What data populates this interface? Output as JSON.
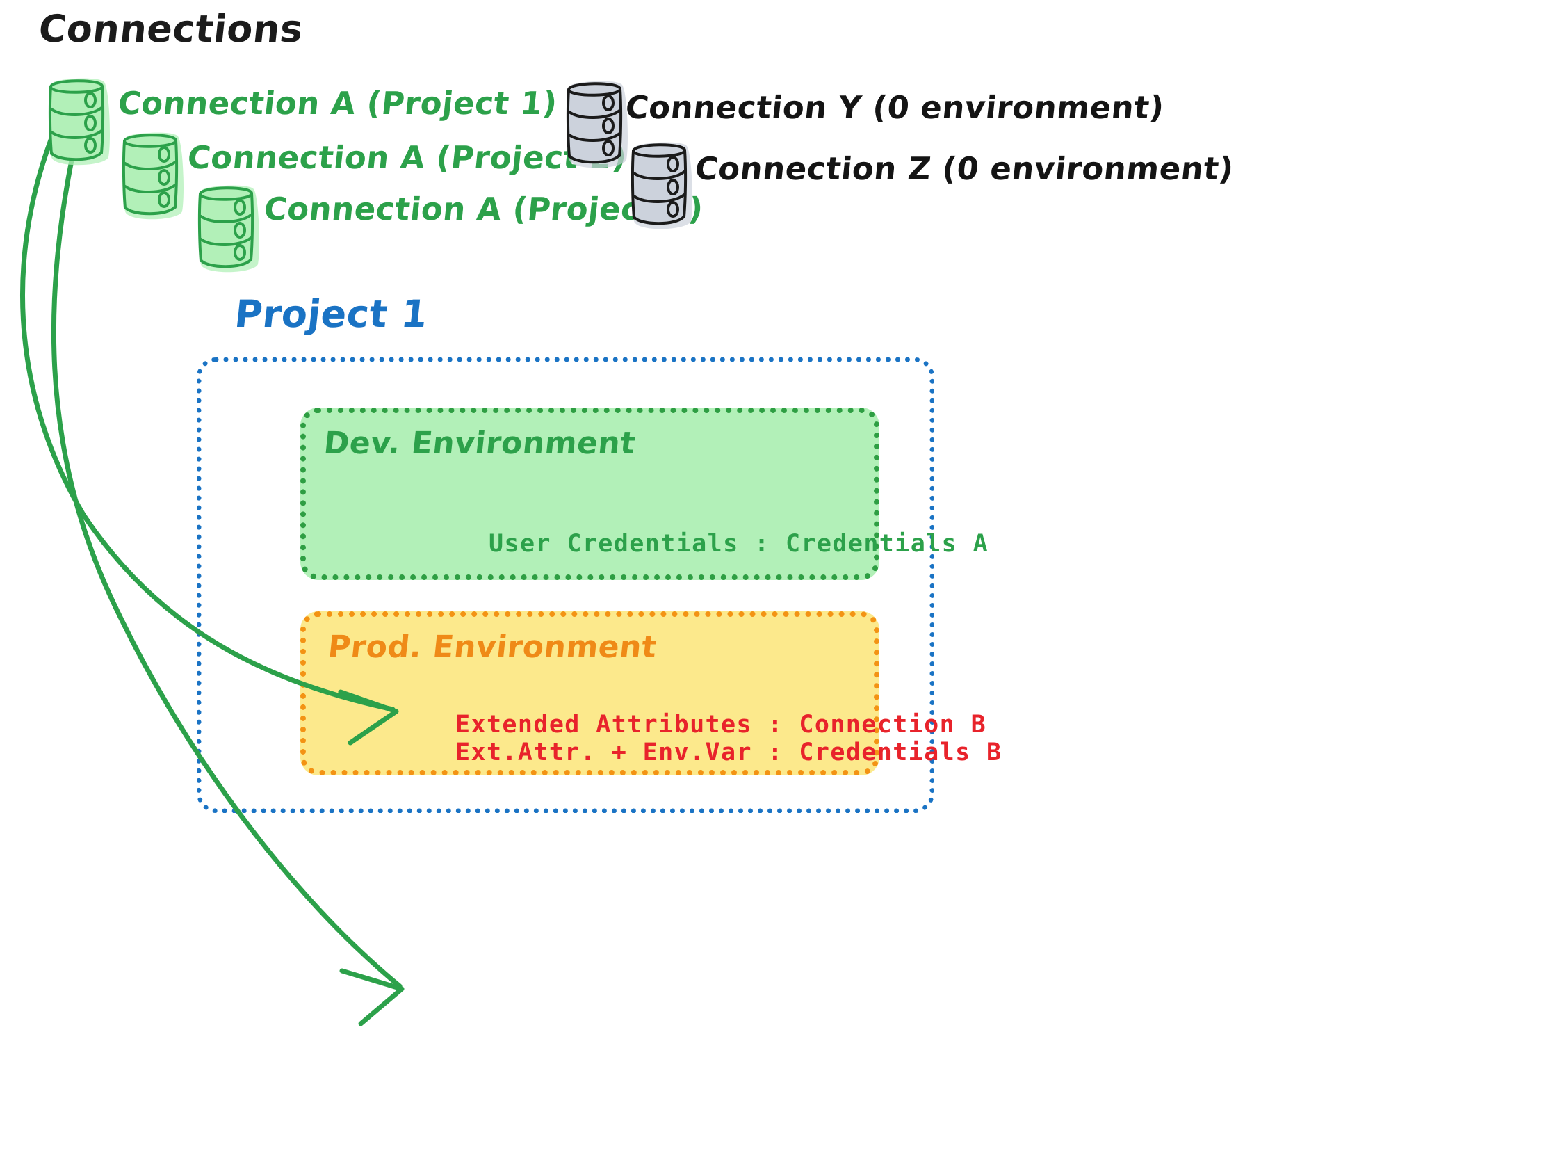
{
  "title": "Connections",
  "connections": [
    {
      "id": "a1",
      "label": "Connection A (Project 1)",
      "color": "green"
    },
    {
      "id": "a2",
      "label": "Connection A (Project 2)",
      "color": "green"
    },
    {
      "id": "a3",
      "label": "Connection A (Project 3)",
      "color": "green"
    },
    {
      "id": "y",
      "label": "Connection Y (0 environment)",
      "color": "gray"
    },
    {
      "id": "z",
      "label": "Connection Z (0 environment)",
      "color": "gray"
    }
  ],
  "project": {
    "title": "Project 1",
    "environments": [
      {
        "name": "Dev. Environment",
        "lines": [
          "User Credentials : Credentials A"
        ]
      },
      {
        "name": "Prod. Environment",
        "lines": [
          "Extended Attributes : Connection B",
          "Ext.Attr. + Env.Var : Credentials B"
        ]
      }
    ]
  },
  "colors": {
    "green_stroke": "#2ca14a",
    "green_fill": "#b2f0b8",
    "gray_fill": "#ccd2dc",
    "gray_stroke": "#1b1b1b",
    "blue": "#1a73c4",
    "orange": "#ef8a17",
    "yellow_fill": "#fce98c",
    "red": "#e8232b",
    "black": "#141414"
  },
  "arrows": [
    {
      "id": "arrow-to-dev",
      "from": "connection-a-project-1",
      "to": "dev-environment"
    },
    {
      "id": "arrow-to-prod",
      "from": "connection-a-project-1",
      "to": "prod-environment"
    }
  ]
}
